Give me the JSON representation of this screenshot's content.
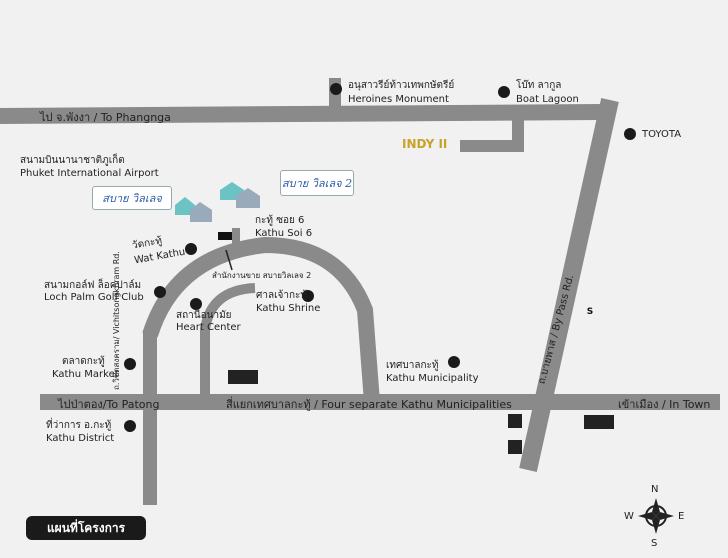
{
  "title": "แผนที่โครงการ",
  "roads": {
    "top_left": "ไป จ.พังงา / To Phangnga",
    "bottom_left": "ไปป่าตอง/To Patong",
    "bottom_center": "สี่แยกเทศบาลกะทู้ / Four separate Kathu Municipalities",
    "bottom_right": "เข้าเมือง / In Town",
    "bypass": "ถ.บายพาส / By Pass Rd.",
    "vichit": "ถ.วิชิตสงคราม/ Vichitsongkhram Rd."
  },
  "places": {
    "heroines_th": "อนุสาวรีย์ท้าวเทพกษัตรีย์",
    "heroines_en": "Heroines Monument",
    "boat_th": "โบ๊ท ลากูล",
    "boat_en": "Boat Lagoon",
    "toyota": "TOYOTA",
    "indy": "INDY II",
    "airport_th": "สนามบินนานาชาติภูเก็ต",
    "airport_en": "Phuket International Airport",
    "soi6_th": "กะทู้ ซอย 6",
    "soi6_en": "Kathu Soi 6",
    "watkathu_th": "วัดกะทู้",
    "watkathu_en": "Wat Kathu",
    "office": "สำนักงานขาย สบายวิลเลจ 2",
    "golf_th": "สนามกอล์ฟ ล็อคปาล์ม",
    "golf_en": "Loch Palm Golf Club",
    "shrine_th": "ศาลเจ้ากะทู้",
    "shrine_en": "Kathu Shrine",
    "heart_th": "สถานีอนามัย",
    "heart_en": "Heart Center",
    "market_th": "ตลาดกะทู้",
    "market_en": "Kathu Market",
    "muni_th": "เทศบาลกะทู้",
    "muni_en": "Kathu Municipality",
    "district_th": "ที่ว่าการ อ.กะทู้",
    "district_en": "Kathu District"
  },
  "logos": {
    "sabai1": "สบาย วิลเลจ",
    "sabai2": "สบาย วิลเลจ 2"
  },
  "compass": {
    "n": "N",
    "s": "S",
    "e": "E",
    "w": "W"
  },
  "colors": {
    "road": "#8a8a8a",
    "background": "#f1f1f1",
    "dot": "#1a1a1a",
    "indy": "#c9a227",
    "logo_text": "#2a5aa8"
  }
}
